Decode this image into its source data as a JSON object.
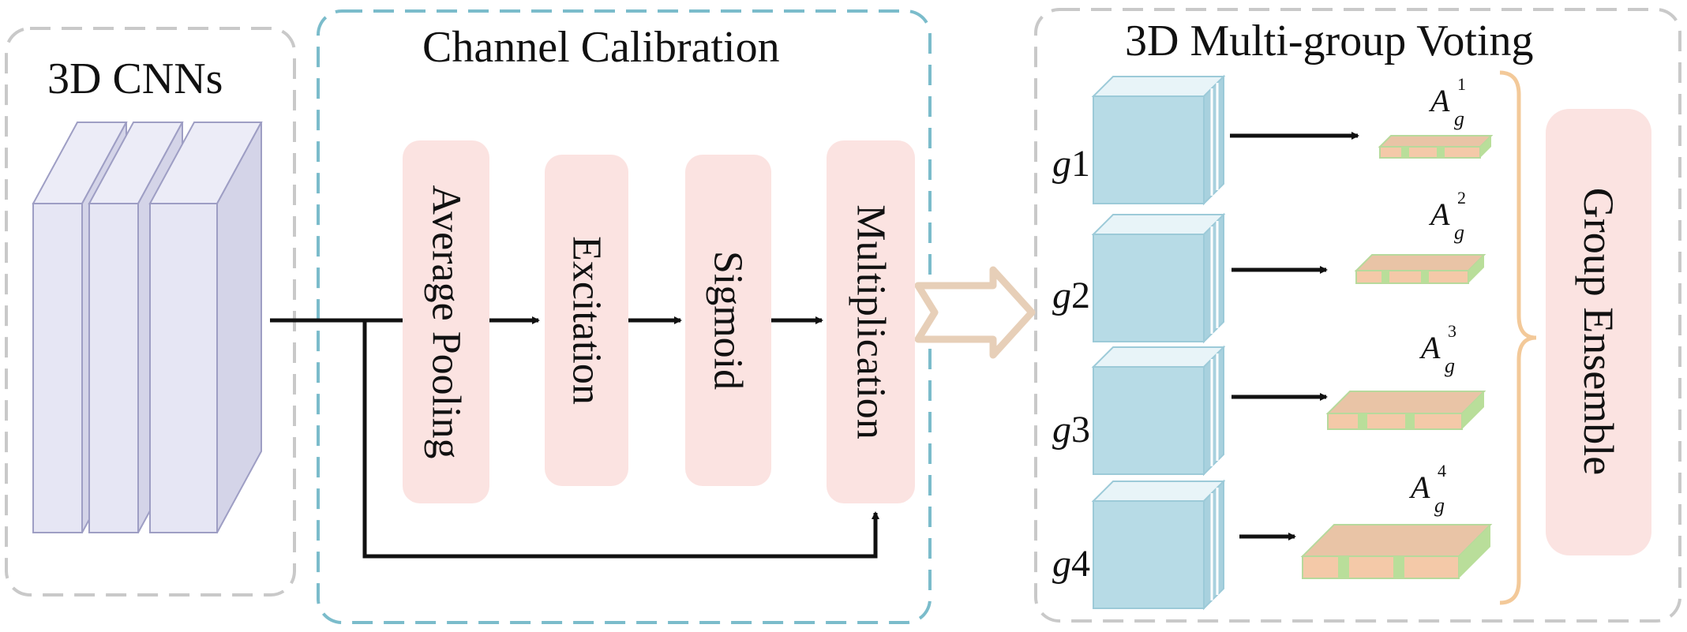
{
  "panels": {
    "cnn": {
      "title": "3D CNNs"
    },
    "calibration": {
      "title": "Channel Calibration",
      "steps": [
        "Average Pooling",
        "Excitation",
        "Sigmoid",
        "Multiplication"
      ]
    },
    "voting": {
      "title": "3D Multi-group Voting",
      "groups": [
        {
          "letter": "g",
          "number": "1",
          "output": "A",
          "output_sub": "g",
          "output_sup": "1"
        },
        {
          "letter": "g",
          "number": "2",
          "output": "A",
          "output_sub": "g",
          "output_sup": "2"
        },
        {
          "letter": "g",
          "number": "3",
          "output": "A",
          "output_sub": "g",
          "output_sup": "3"
        },
        {
          "letter": "g",
          "number": "4",
          "output": "A",
          "output_sub": "g",
          "output_sup": "4"
        }
      ],
      "ensemble": "Group Ensemble"
    }
  },
  "colors": {
    "panel_border_gray": "#c9c9c9",
    "panel_border_teal": "#7bbccb",
    "step_box": "#fbe3e1",
    "cnn_slab": "#e6e6f4",
    "group_block": "#b7dbe6",
    "brace": "#f3c999",
    "hollow_arrow": "#e7cfb8"
  }
}
